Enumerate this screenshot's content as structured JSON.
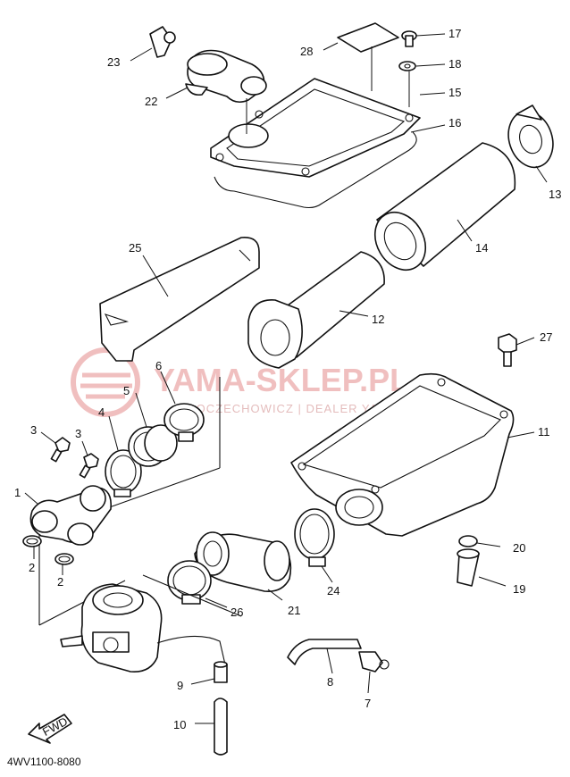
{
  "diagram_code": "4WV1100-8080",
  "watermark": {
    "brand": "YAMA-SKLEP.PL",
    "subtitle": "SOCZECHOWICZ | DEALER YAMAHA"
  },
  "fwd_label": "FWD",
  "callouts": [
    {
      "id": "c1",
      "label": "1"
    },
    {
      "id": "c2a",
      "label": "2"
    },
    {
      "id": "c2b",
      "label": "2"
    },
    {
      "id": "c3a",
      "label": "3"
    },
    {
      "id": "c3b",
      "label": "3"
    },
    {
      "id": "c4",
      "label": "4"
    },
    {
      "id": "c5",
      "label": "5"
    },
    {
      "id": "c6",
      "label": "6"
    },
    {
      "id": "c7",
      "label": "7"
    },
    {
      "id": "c8",
      "label": "8"
    },
    {
      "id": "c9",
      "label": "9"
    },
    {
      "id": "c10",
      "label": "10"
    },
    {
      "id": "c11",
      "label": "11"
    },
    {
      "id": "c12",
      "label": "12"
    },
    {
      "id": "c13",
      "label": "13"
    },
    {
      "id": "c14",
      "label": "14"
    },
    {
      "id": "c15",
      "label": "15"
    },
    {
      "id": "c16",
      "label": "16"
    },
    {
      "id": "c17",
      "label": "17"
    },
    {
      "id": "c18",
      "label": "18"
    },
    {
      "id": "c19",
      "label": "19"
    },
    {
      "id": "c20",
      "label": "20"
    },
    {
      "id": "c21",
      "label": "21"
    },
    {
      "id": "c22",
      "label": "22"
    },
    {
      "id": "c23",
      "label": "23"
    },
    {
      "id": "c24",
      "label": "24"
    },
    {
      "id": "c25",
      "label": "25"
    },
    {
      "id": "c26",
      "label": "26"
    },
    {
      "id": "c27",
      "label": "27"
    },
    {
      "id": "c28",
      "label": "28"
    }
  ]
}
